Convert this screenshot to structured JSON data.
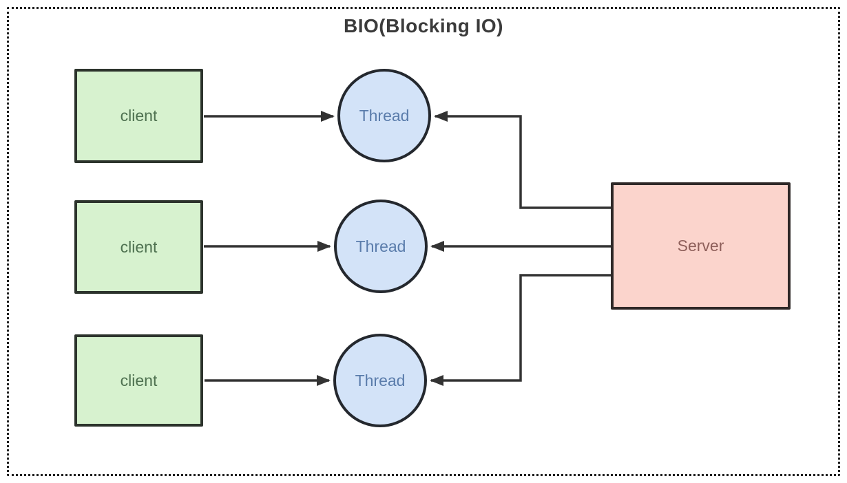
{
  "diagram": {
    "title": "BIO(Blocking IO)",
    "clients": [
      {
        "id": "client-1",
        "label": "client"
      },
      {
        "id": "client-2",
        "label": "client"
      },
      {
        "id": "client-3",
        "label": "client"
      }
    ],
    "threads": [
      {
        "id": "thread-1",
        "label": "Thread"
      },
      {
        "id": "thread-2",
        "label": "Thread"
      },
      {
        "id": "thread-3",
        "label": "Thread"
      }
    ],
    "server": {
      "id": "server",
      "label": "Server"
    },
    "edges": [
      {
        "from": "client-1",
        "to": "thread-1",
        "direction": "right"
      },
      {
        "from": "client-2",
        "to": "thread-2",
        "direction": "right"
      },
      {
        "from": "client-3",
        "to": "thread-3",
        "direction": "right"
      },
      {
        "from": "server",
        "to": "thread-1",
        "direction": "left"
      },
      {
        "from": "server",
        "to": "thread-2",
        "direction": "left"
      },
      {
        "from": "server",
        "to": "thread-3",
        "direction": "left"
      }
    ],
    "colors": {
      "client_fill": "#d7f2cf",
      "client_text": "#4e7150",
      "thread_fill": "#d3e3f8",
      "thread_text": "#5a7cab",
      "server_fill": "#fbd4cc",
      "server_text": "#8e5f5a",
      "stroke": "#333333",
      "frame_dots": "#1f1f1f",
      "title_text": "#3b3b3b",
      "background": "#ffffff"
    }
  }
}
